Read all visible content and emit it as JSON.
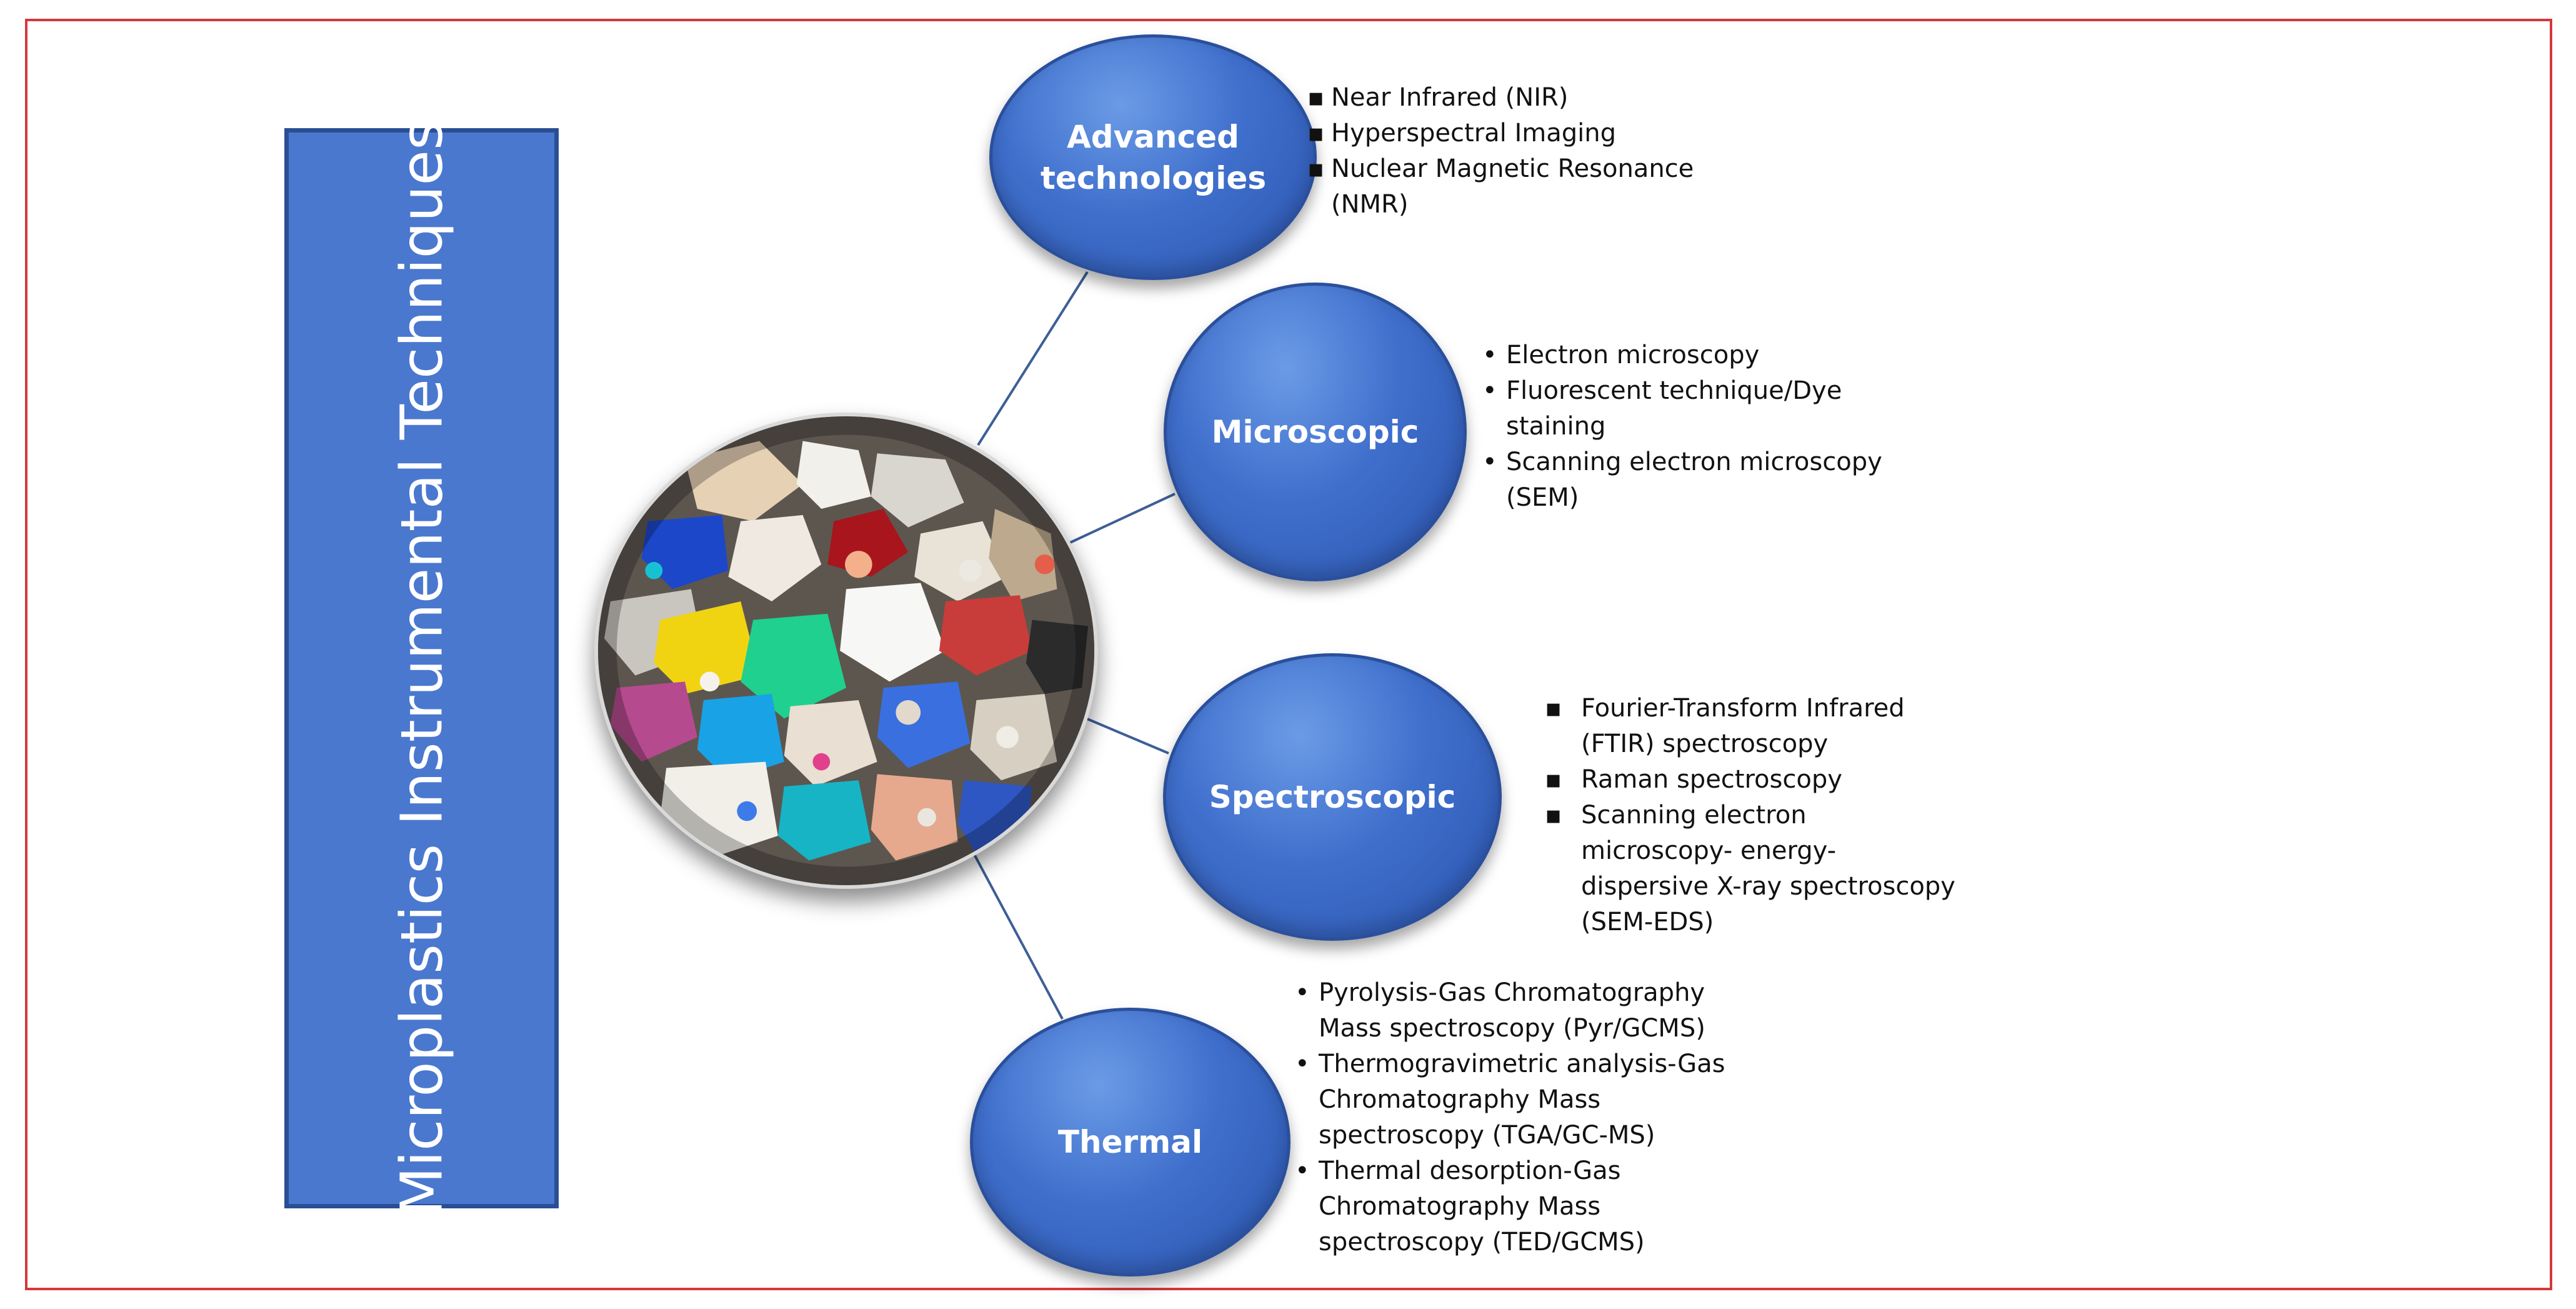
{
  "title": "Microplastics Instrumental Techniques",
  "categories": [
    {
      "label": "Advanced technologies",
      "items": [
        "Near Infrared (NIR)",
        "Hyperspectral Imaging",
        "Nuclear Magnetic Resonance (NMR)"
      ]
    },
    {
      "label": "Microscopic",
      "items": [
        "Electron microscopy",
        "Fluorescent technique/Dye staining",
        "Scanning electron microscopy (SEM)"
      ]
    },
    {
      "label": "Spectroscopic",
      "items": [
        "Fourier-Transform Infrared (FTIR) spectroscopy",
        "Raman spectroscopy",
        "Scanning electron microscopy- energy-dispersive X-ray spectroscopy (SEM-EDS)"
      ]
    },
    {
      "label": "Thermal",
      "items": [
        "Pyrolysis-Gas Chromatography Mass spectroscopy (Pyr/GCMS)",
        "Thermogravimetric analysis-Gas Chromatography Mass spectroscopy (TGA/GC-MS)",
        "Thermal desorption-Gas Chromatography Mass spectroscopy (TED/GCMS)"
      ]
    }
  ],
  "colors": {
    "frame": "#d6373b",
    "title_box": "#4a78cf",
    "node_fill": "#3f6fcc",
    "connector": "#3d5f96"
  },
  "central_image": "microplastic-fragments-photo"
}
